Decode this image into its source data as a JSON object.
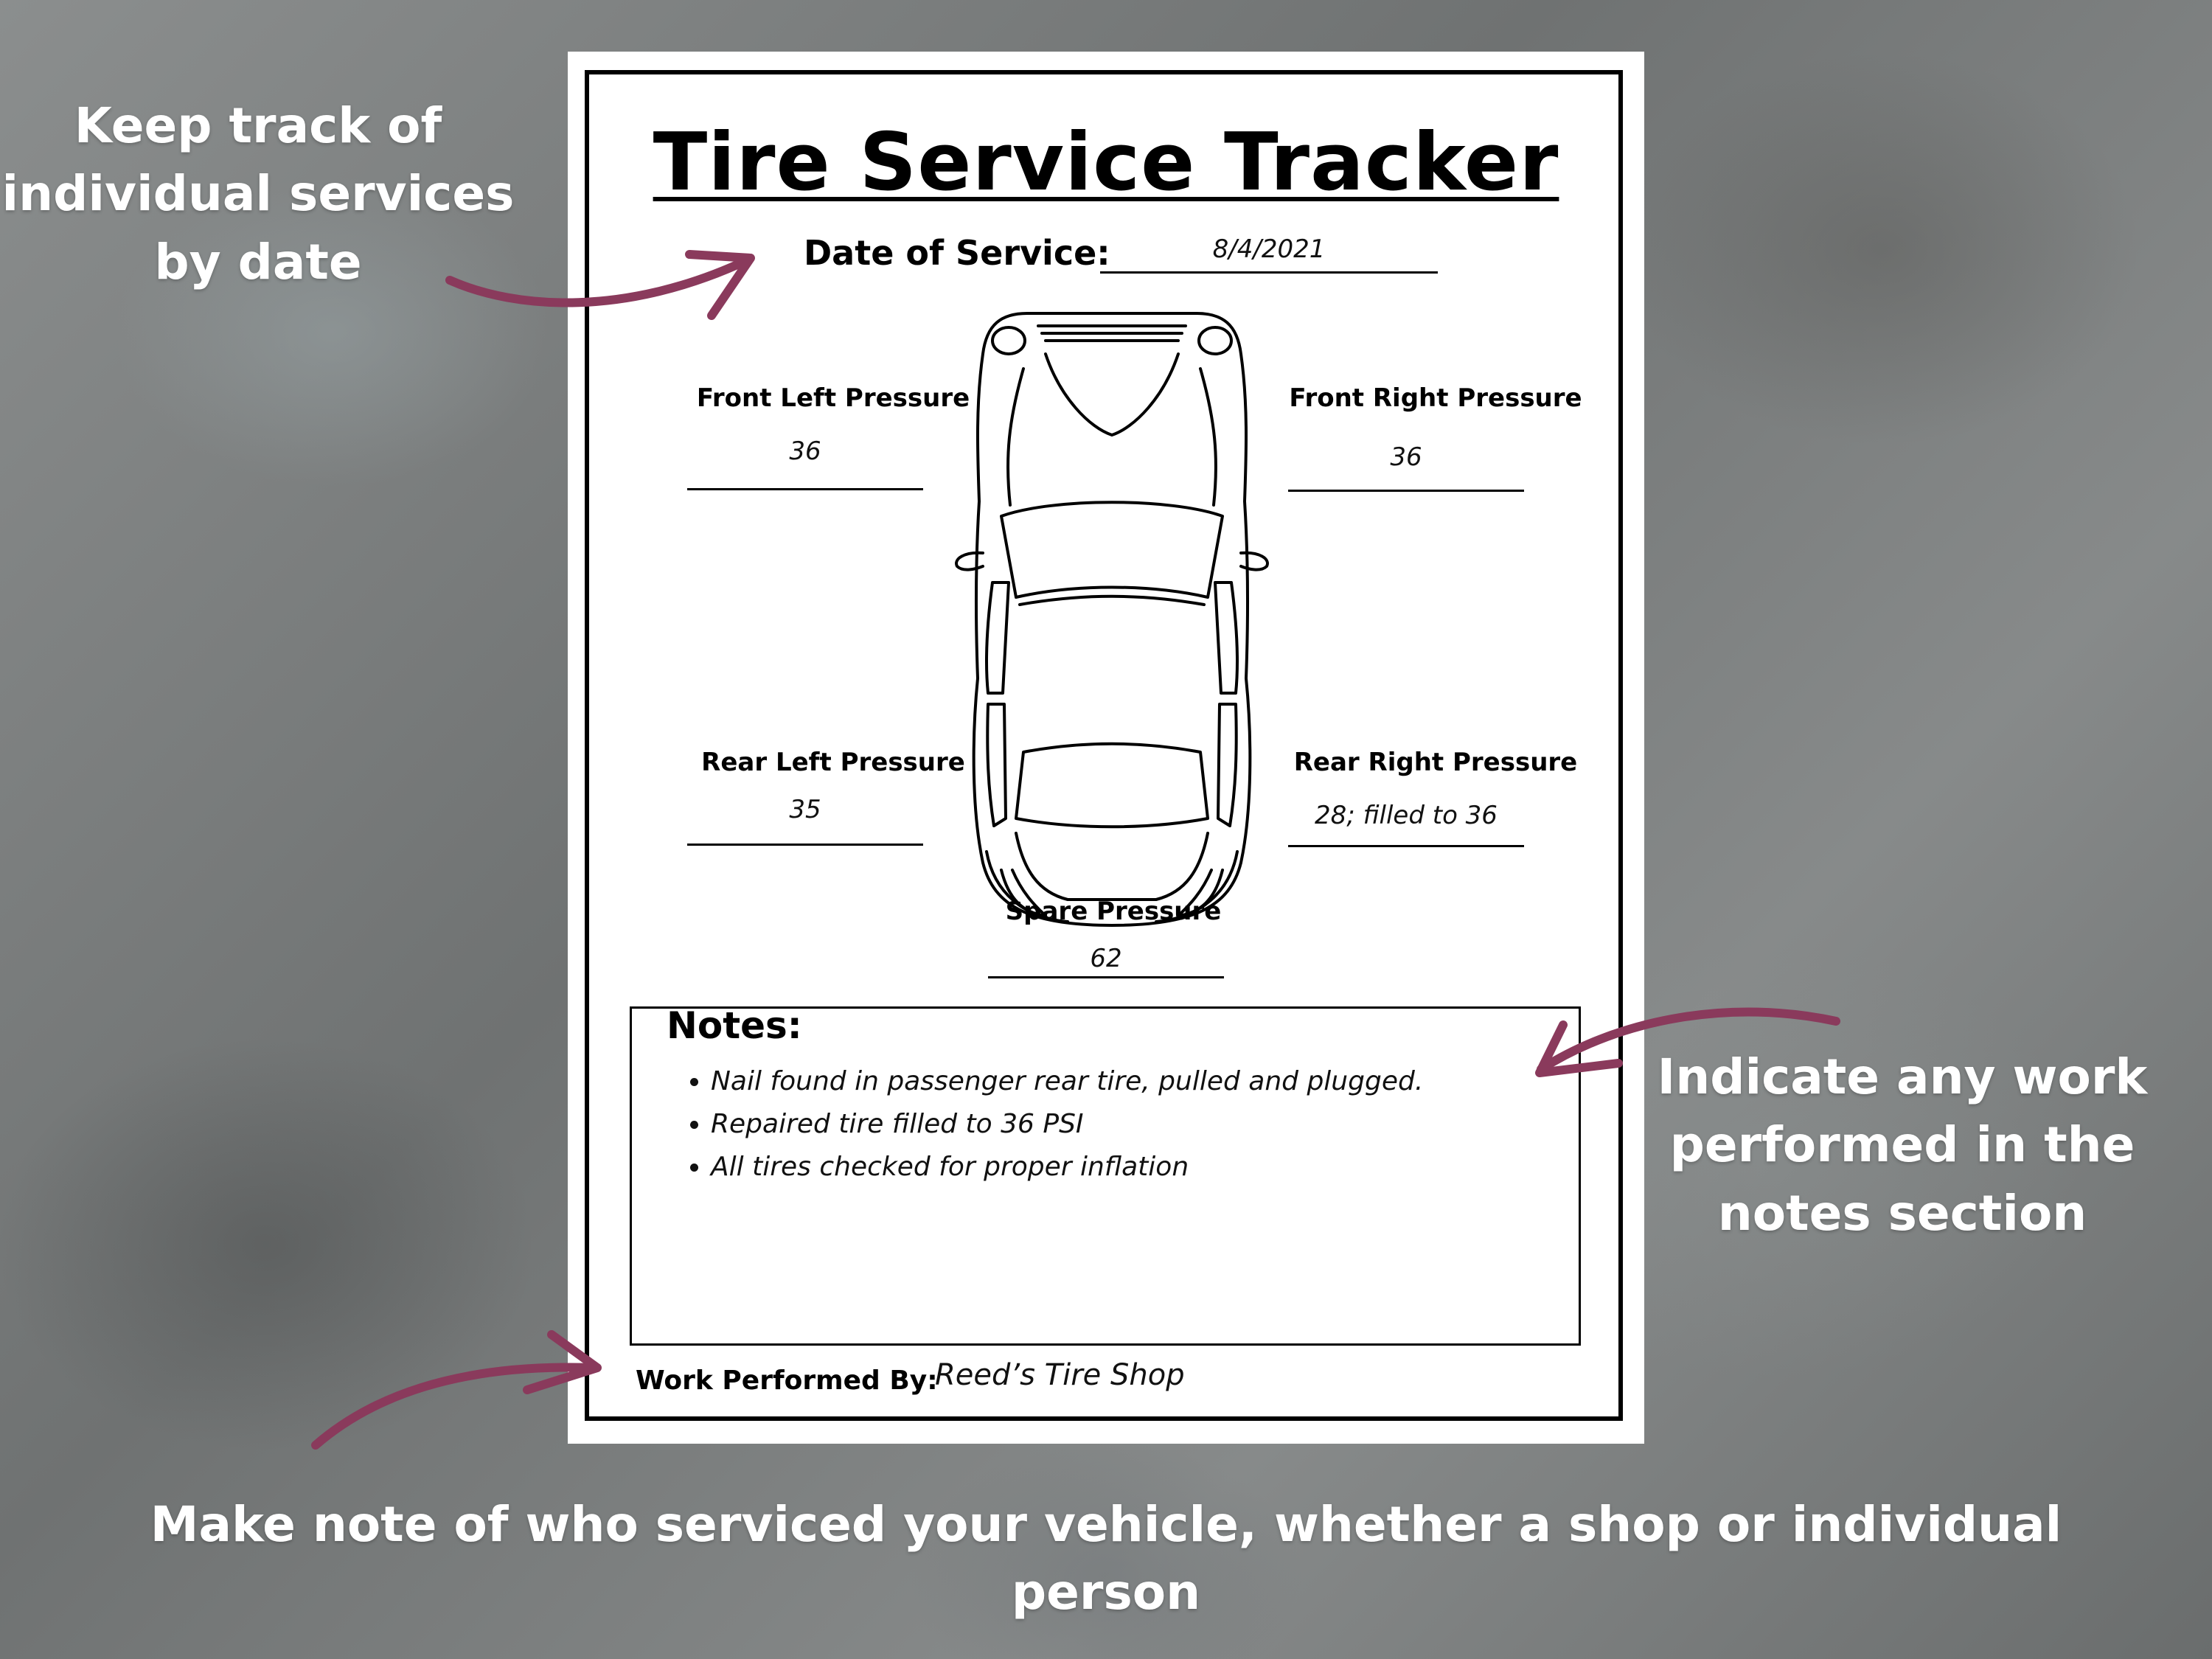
{
  "captions": {
    "top_left": "Keep track of individual services by date",
    "right": "Indicate any work performed in the notes section",
    "bottom": "Make note of who serviced your vehicle, whether a shop or individual person"
  },
  "colors": {
    "arrow": "#8a3a5c",
    "background": "#7d7f7f",
    "sheet": "#ffffff"
  },
  "document": {
    "title": "Tire Service Tracker",
    "date_label": "Date of Service:",
    "date_value": "8/4/2021",
    "front_left": {
      "label": "Front Left Pressure",
      "value": "36"
    },
    "front_right": {
      "label": "Front Right Pressure",
      "value": "36"
    },
    "rear_left": {
      "label": "Rear Left Pressure",
      "value": "35"
    },
    "rear_right": {
      "label": "Rear Right Pressure",
      "value": "28; filled to 36"
    },
    "spare": {
      "label": "Spare Pressure",
      "value": "62"
    },
    "notes_label": "Notes:",
    "notes": [
      "Nail found in passenger rear tire, pulled and plugged.",
      "Repaired tire filled to 36 PSI",
      "All tires checked for proper inflation"
    ],
    "work_label": "Work Performed By:",
    "work_value": "Reed’s Tire Shop"
  }
}
